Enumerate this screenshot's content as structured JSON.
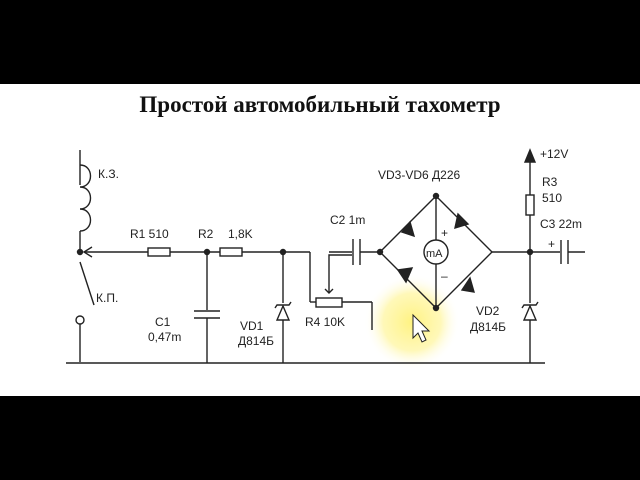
{
  "title": "Простой автомобильный тахометр",
  "colors": {
    "letterbox": "#000000",
    "paper": "#ffffff",
    "ink": "#222222",
    "cursor_highlight": "#fff59a"
  },
  "labels": {
    "coil": "К.З.",
    "breaker": "К.П.",
    "r1": "R1 510",
    "r2": "R2",
    "r2_value": "1,8K",
    "c1": "C1",
    "c1_value": "0,47m",
    "vd1": "VD1",
    "vd1_type": "Д814Б",
    "r4": "R4 10K",
    "c2": "C2 1m",
    "bridge": "VD3-VD6 Д226",
    "meter": "mA",
    "meter_plus": "+",
    "meter_minus": "–",
    "supply": "+12V",
    "r3": "R3",
    "r3_value": "510",
    "c3": "C3 22m",
    "c3_plus": "+",
    "vd2": "VD2",
    "vd2_type": "Д814Б"
  },
  "cursor": {
    "icon": "mouse-pointer-icon"
  }
}
